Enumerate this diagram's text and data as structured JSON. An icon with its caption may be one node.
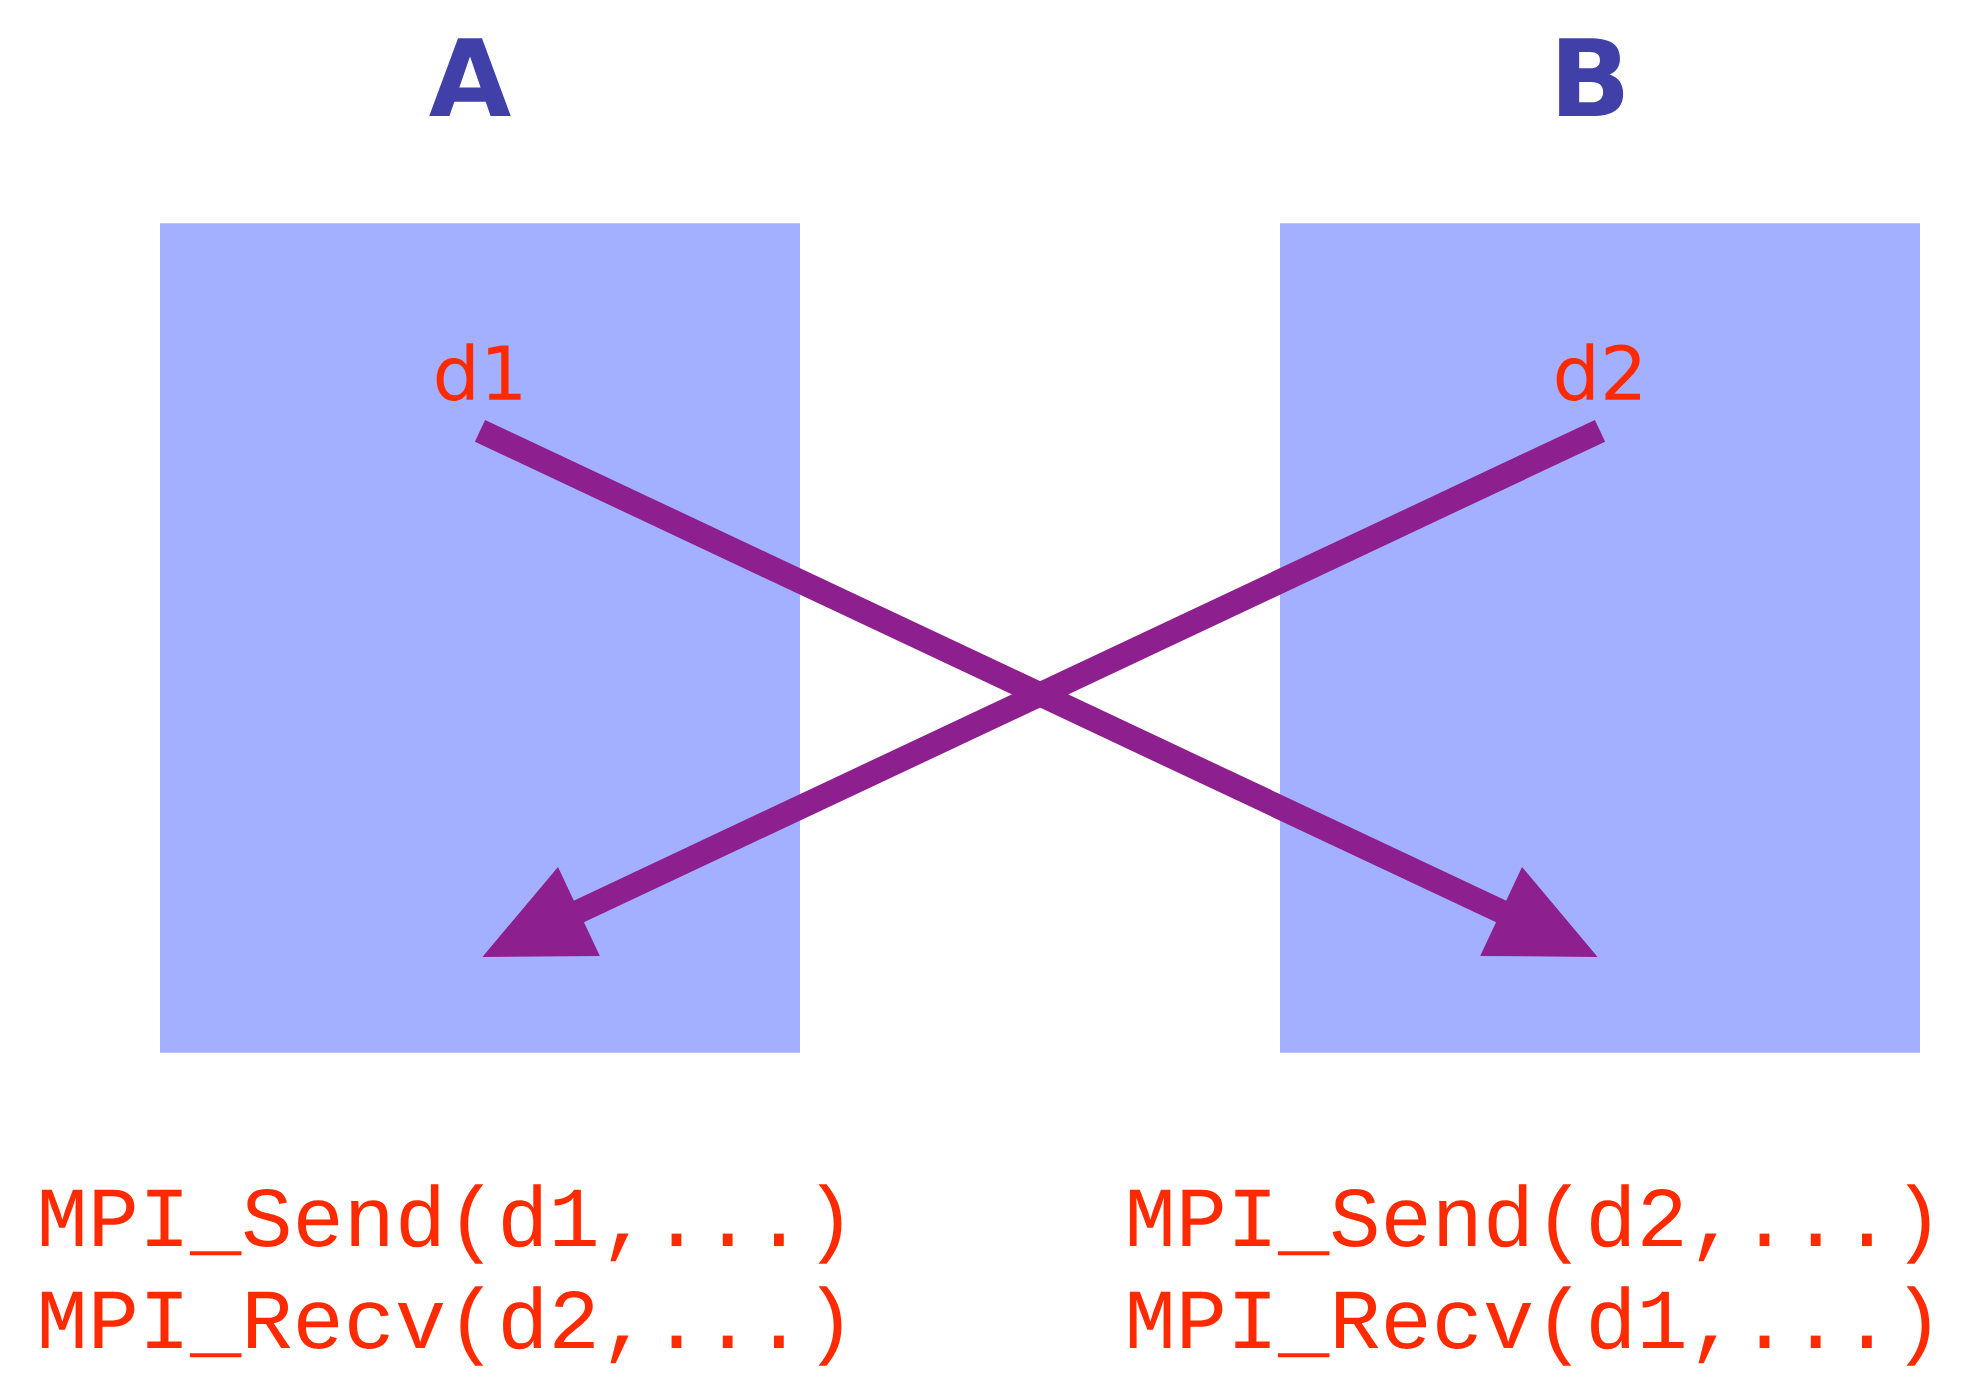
{
  "diagram": {
    "nodes": [
      {
        "text": [
          "A"
        ]
      },
      {
        "text": [
          "d1"
        ],
        "in": 0
      },
      {
        "text": [
          "B"
        ]
      },
      {
        "text": [
          "d2"
        ],
        "in": 2
      }
    ],
    "edges": [
      {
        "from": 1,
        "to": 2,
        "arrow": "to"
      },
      {
        "from": 3,
        "to": 0,
        "arrow": "to"
      }
    ],
    "labels": [
      "MPI_Send(d1,...)",
      "MPI_Send(d2,...)",
      "MPI_Recv(d2,...)",
      "MPI_Recv(d1,...)"
    ]
  }
}
